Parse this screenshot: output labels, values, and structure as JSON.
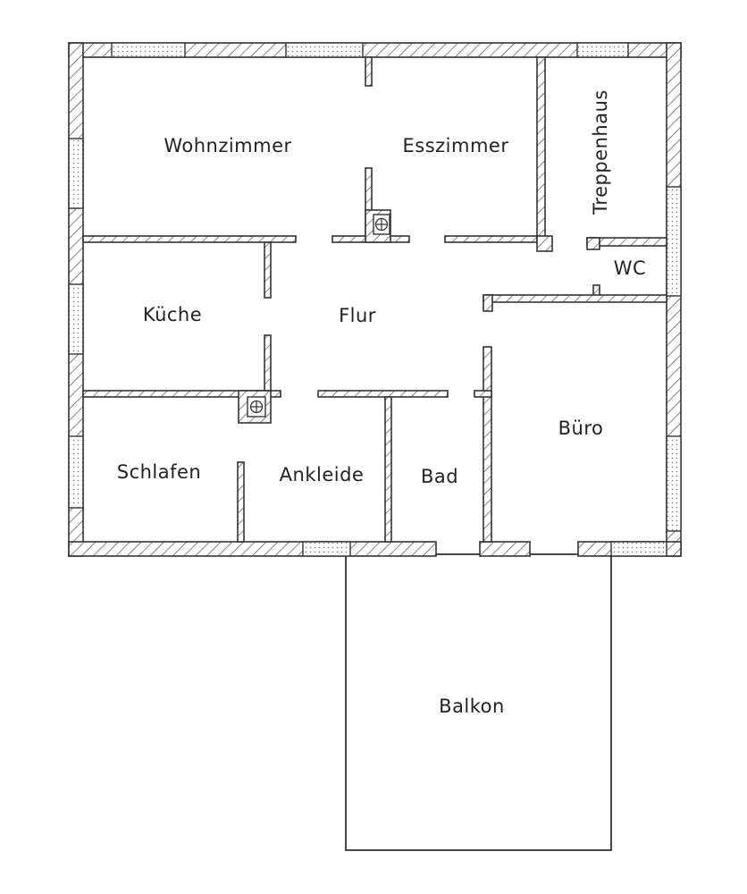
{
  "plan": {
    "rooms": {
      "wohnzimmer": "Wohnzimmer",
      "esszimmer": "Esszimmer",
      "treppenhaus": "Treppenhaus",
      "wc": "WC",
      "kueche": "Küche",
      "flur": "Flur",
      "schlafen": "Schlafen",
      "ankleide": "Ankleide",
      "bad": "Bad",
      "buero": "Büro",
      "balkon": "Balkon"
    },
    "colors": {
      "line": "#333333",
      "background": "#ffffff",
      "text": "#222222"
    },
    "icons": [
      "ventilation-shaft-icon",
      "ventilation-shaft-icon"
    ]
  }
}
